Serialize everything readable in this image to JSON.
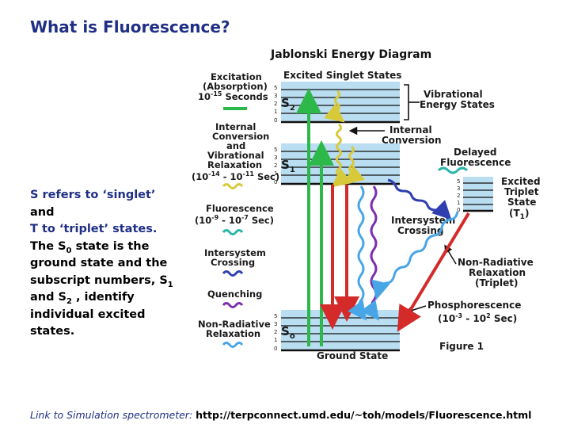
{
  "slide": {
    "title": "What is Fluorescence?",
    "text": {
      "line1": "S refers to ‘singlet’",
      "line2": "and",
      "line3": "T to ‘triplet’ states.",
      "p4a": "The S",
      "p4sub": "0",
      "p4b": " state is the",
      "line5": "ground state and the",
      "p6a": "subscript numbers, S",
      "p6sub": "1",
      "p7a": "and S",
      "p7sub": "2",
      "p7b": " , identify",
      "line8": "individual excited",
      "line9": "states."
    },
    "link": {
      "label": "Link to Simulation spectrometer:",
      "url": "http://terpconnect.umd.edu/~toh/models/Fluorescence.html"
    }
  },
  "diagram": {
    "title": "Jablonski Energy Diagram",
    "figure_label": "Figure 1",
    "states": {
      "excited_singlet": "Excited Singlet States",
      "ground": "Ground State",
      "s2": "S",
      "s2_sub": "2",
      "s1": "S",
      "s1_sub": "1",
      "s0": "S",
      "s0_sub": "o",
      "triplet_l1": "Excited",
      "triplet_l2": "Triplet",
      "triplet_l3": "State",
      "triplet_l4": "(T",
      "triplet_sub": "1",
      "triplet_close": ")"
    },
    "vibrational_levels": [
      "5",
      "3",
      "2",
      "1",
      "0"
    ],
    "annotations": {
      "vibrational_1": "Vibrational",
      "vibrational_2": "Energy States",
      "ic_1": "Internal",
      "ic_2": "Conversion",
      "delayed_1": "Delayed",
      "delayed_2": "Fluorescence",
      "isc_1": "Intersystem",
      "isc_2": "Crossing",
      "nrr_1": "Non-Radiative",
      "nrr_2": "Relaxation",
      "nrr_3": "(Triplet)",
      "phos_1": "Phosphorescence",
      "phos_2_a": "(10",
      "phos_2_exp1": "-3",
      "phos_2_b": " - 10",
      "phos_2_exp2": "2",
      "phos_2_c": " Sec)"
    },
    "legend": {
      "excitation_1": "Excitation",
      "excitation_2": "(Absorption)",
      "excitation_3a": "10",
      "excitation_3exp": "-15",
      "excitation_3b": " Seconds",
      "ic_1": "Internal",
      "ic_2": "Conversion",
      "ic_3": "and",
      "ic_4": "Vibrational",
      "ic_5": "Relaxation",
      "ic_6a": "(10",
      "ic_6exp1": "-14",
      "ic_6b": " - 10",
      "ic_6exp2": "-11",
      "ic_6c": " Sec)",
      "fl_1": "Fluorescence",
      "fl_2a": "(10",
      "fl_2exp1": "-9",
      "fl_2b": " - 10",
      "fl_2exp2": "-7",
      "fl_2c": " Sec)",
      "isc_1": "Intersystem",
      "isc_2": "Crossing",
      "quenching": "Quenching",
      "nrr_1": "Non-Radiative",
      "nrr_2": "Relaxation"
    },
    "colors": {
      "excitation": "#2db84a",
      "internal_conversion": "#d8c93a",
      "fluorescence": "#2ab5a8",
      "intersystem_crossing": "#2f3fb0",
      "quenching": "#7b2fb0",
      "non_radiative": "#49a6e6",
      "phosphorescence": "#d42a2a",
      "level_band": "#b9ddf1"
    }
  }
}
